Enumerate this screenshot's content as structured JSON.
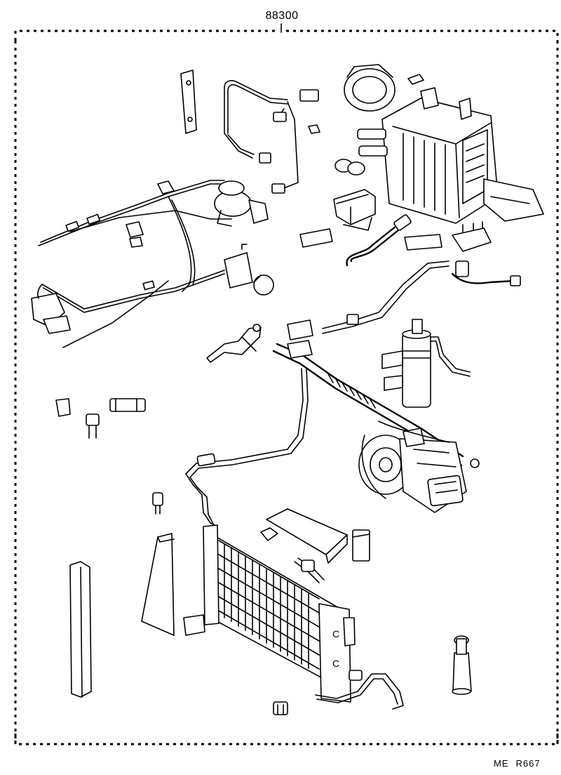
{
  "diagram": {
    "part_number": "88300",
    "ref_code": "ME",
    "ref_number": "R667",
    "condenser_letters": [
      "C",
      "C"
    ]
  }
}
